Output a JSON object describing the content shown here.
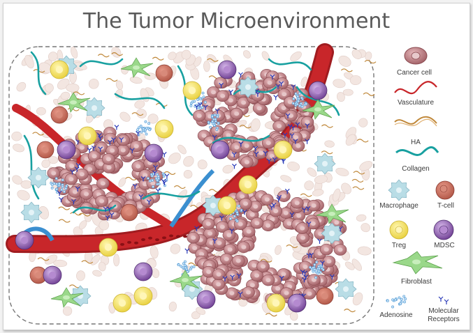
{
  "title": "The Tumor Microenvironment",
  "legend": {
    "cancer_cell": "Cancer cell",
    "vasculature": "Vasculature",
    "ha": "HA",
    "collagen": "Collagen",
    "macrophage": "Macrophage",
    "t_cell": "T-cell",
    "treg": "Treg",
    "mdsc": "MDSC",
    "fibroblast": "Fibroblast",
    "adenosine": "Adenosine",
    "molecular_receptors_line1": "Molecular",
    "molecular_receptors_line2": "Receptors"
  },
  "colors": {
    "cancer": "#b4757a",
    "vessel": "#c8262a",
    "collagen": "#18a0a0",
    "ha": "#c0883a",
    "macrophage": "#b9dde6",
    "tcell": "#c97060",
    "treg": "#f2e15a",
    "mdsc": "#8a5aa8",
    "fibroblast": "#8ed47a",
    "adenosine": "#5aa0d8",
    "receptor": "#2a3ab8"
  }
}
